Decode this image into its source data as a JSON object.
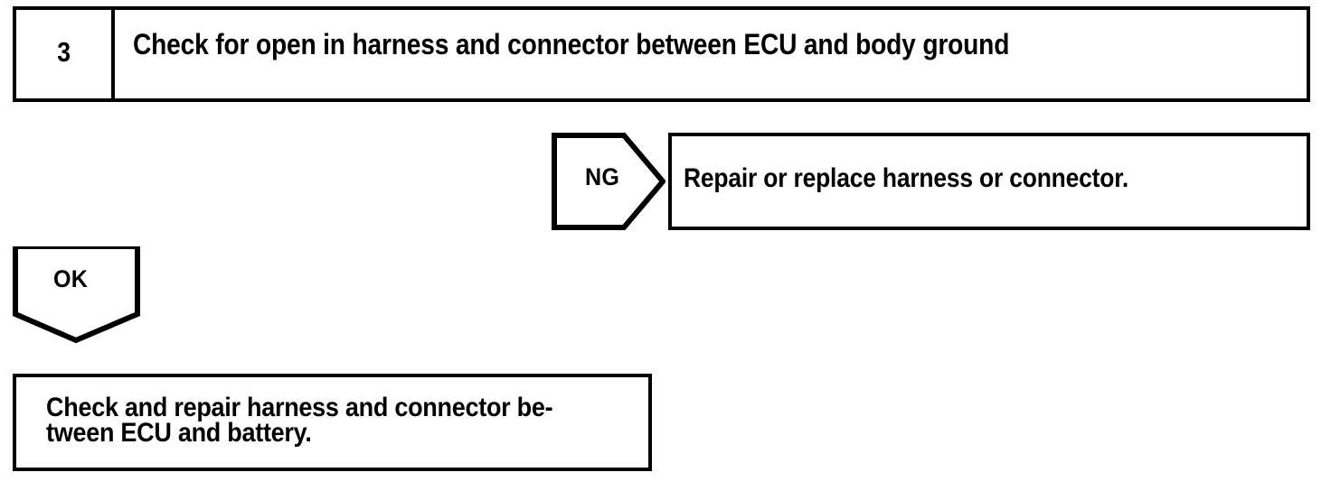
{
  "diagram": {
    "type": "troubleshooting-flowchart",
    "background_color": "#ffffff",
    "line_color": "#000000",
    "step": {
      "number": "3",
      "title": "Check for open in harness and connector between ECU and body ground"
    },
    "branches": [
      {
        "label": "NG",
        "shape": "pentagon-right",
        "target": "Repair or replace harness or connector."
      },
      {
        "label": "OK",
        "shape": "pentagon-down",
        "target": "Check and repair harness and connector be-\ntween ECU and battery."
      }
    ],
    "ng_label": "NG",
    "ng_result": "Repair or replace harness or connector.",
    "ok_label": "OK",
    "ok_result": "Check and repair harness and connector be-\ntween ECU and battery."
  }
}
